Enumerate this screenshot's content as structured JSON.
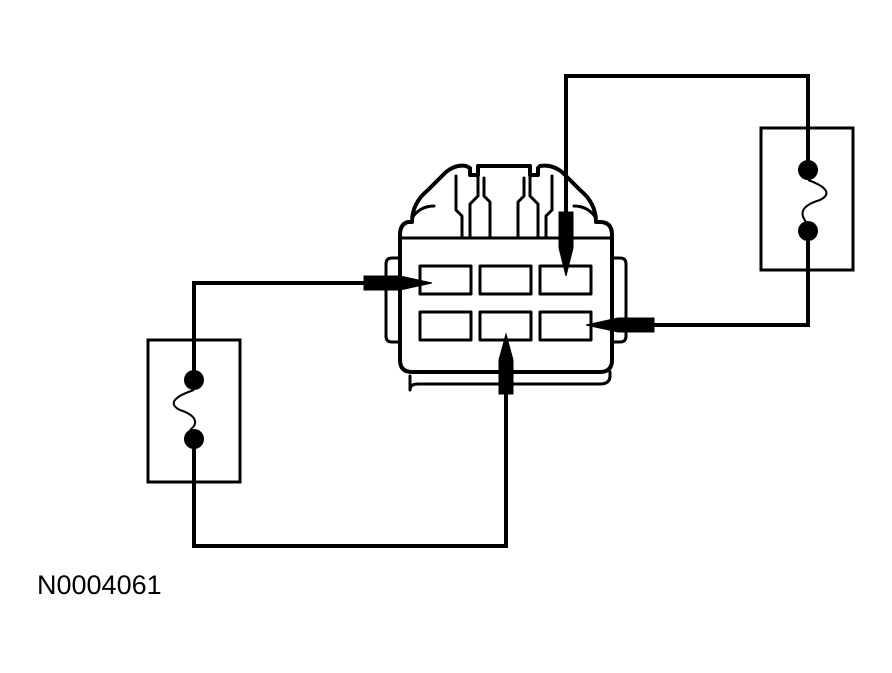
{
  "figure": {
    "reference_code": "N0004061"
  },
  "colors": {
    "line": "#000000",
    "background": "#ffffff"
  },
  "components": {
    "connector": "multi-pin-connector-6-cavity",
    "fuse_left": "fuse",
    "fuse_right": "fuse"
  }
}
